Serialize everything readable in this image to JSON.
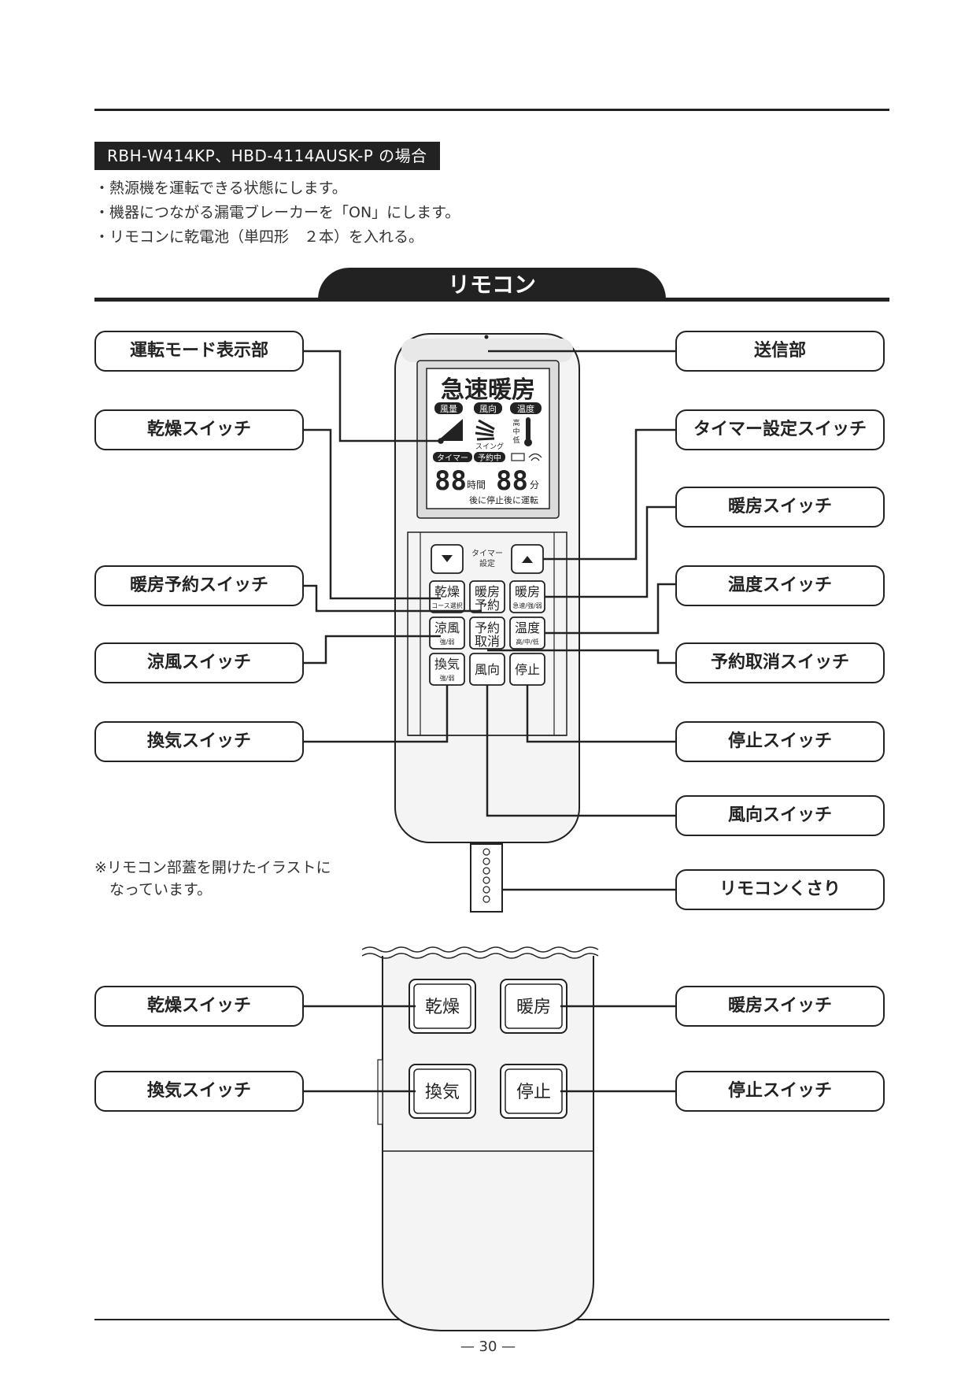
{
  "header": {
    "model_tag": "RBH-W414KP、HBD-4114AUSK-P の場合"
  },
  "steps": [
    "熱源機を運転できる状態にします。",
    "機器につながる漏電ブレーカーを「ON」にします。",
    "リモコンに乾電池（単四形　２本）を入れる。"
  ],
  "section_title": "リモコン",
  "labels": {
    "mode_display": "運転モード表示部",
    "dry_switch": "乾燥スイッチ",
    "heat_reserve_switch": "暖房予約スイッチ",
    "cool_breeze_switch": "涼風スイッチ",
    "ventilation_switch": "換気スイッチ",
    "transmitter": "送信部",
    "timer_set_switch": "タイマー設定スイッチ",
    "heating_switch": "暖房スイッチ",
    "temperature_switch": "温度スイッチ",
    "cancel_reserve_switch": "予約取消スイッチ",
    "stop_switch": "停止スイッチ",
    "air_direction_switch": "風向スイッチ",
    "remote_chain": "リモコンくさり",
    "lower_dry_switch": "乾燥スイッチ",
    "lower_ventilation_switch": "換気スイッチ",
    "lower_heating_switch": "暖房スイッチ",
    "lower_stop_switch": "停止スイッチ"
  },
  "lcd": {
    "mode_text": "急速暖房",
    "tag_fan": "風量",
    "tag_direction": "風向",
    "tag_temp": "温度",
    "temp_high": "高",
    "temp_mid": "中",
    "temp_low": "低",
    "swing": "スイング",
    "tag_timer": "タイマー",
    "tag_reserving": "予約中",
    "hours_digits": "88",
    "hours_unit": "時間",
    "minutes_digits": "88",
    "minutes_unit": "分",
    "bottom_line": "後に停止後に運転"
  },
  "remote_buttons": {
    "timer_caption_1": "タイマー",
    "timer_caption_2": "設定",
    "dry_1": "乾燥",
    "dry_sub": "コース選択",
    "heat_res_1": "暖房",
    "heat_res_2": "予約",
    "heat_1": "暖房",
    "heat_sub": "急速/強/弱",
    "cool_1": "涼風",
    "cool_sub": "強/弱",
    "cancel_1": "予約",
    "cancel_2": "取消",
    "temp_1": "温度",
    "temp_sub": "高/中/低",
    "vent_1": "換気",
    "vent_sub": "強/弱",
    "direction": "風向",
    "stop": "停止"
  },
  "lower_buttons": {
    "dry": "乾燥",
    "heat": "暖房",
    "vent": "換気",
    "stop": "停止"
  },
  "note_lines": [
    "※リモコン部蓋を開けたイラストに",
    "なっています。"
  ],
  "page_number": "— 30 —"
}
